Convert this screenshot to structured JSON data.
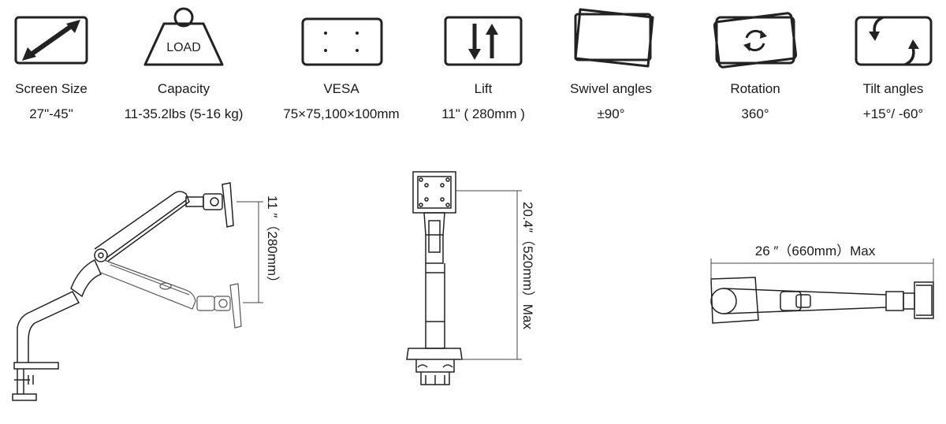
{
  "specs": [
    {
      "icon": "diagonal-arrow-icon",
      "label": "Screen Size",
      "value": "27\"-45\""
    },
    {
      "icon": "weight-icon",
      "label": "Capacity",
      "value": "11-35.2lbs (5-16 kg)",
      "icon_text": "LOAD"
    },
    {
      "icon": "vesa-plate-icon",
      "label": "VESA",
      "value": "75×75,100×100mm"
    },
    {
      "icon": "up-down-arrows-icon",
      "label": "Lift",
      "value": "11\" ( 280mm )"
    },
    {
      "icon": "swivel-icon",
      "label": "Swivel angles",
      "value": "±90°"
    },
    {
      "icon": "rotation-icon",
      "label": "Rotation",
      "value": "360°"
    },
    {
      "icon": "tilt-icon",
      "label": "Tilt angles",
      "value": "+15°/  -60°"
    }
  ],
  "dimensions": {
    "lift": "11 ″（280mm）",
    "height": "20.4″（520mm）Max",
    "reach": "26 ″（660mm）Max"
  }
}
